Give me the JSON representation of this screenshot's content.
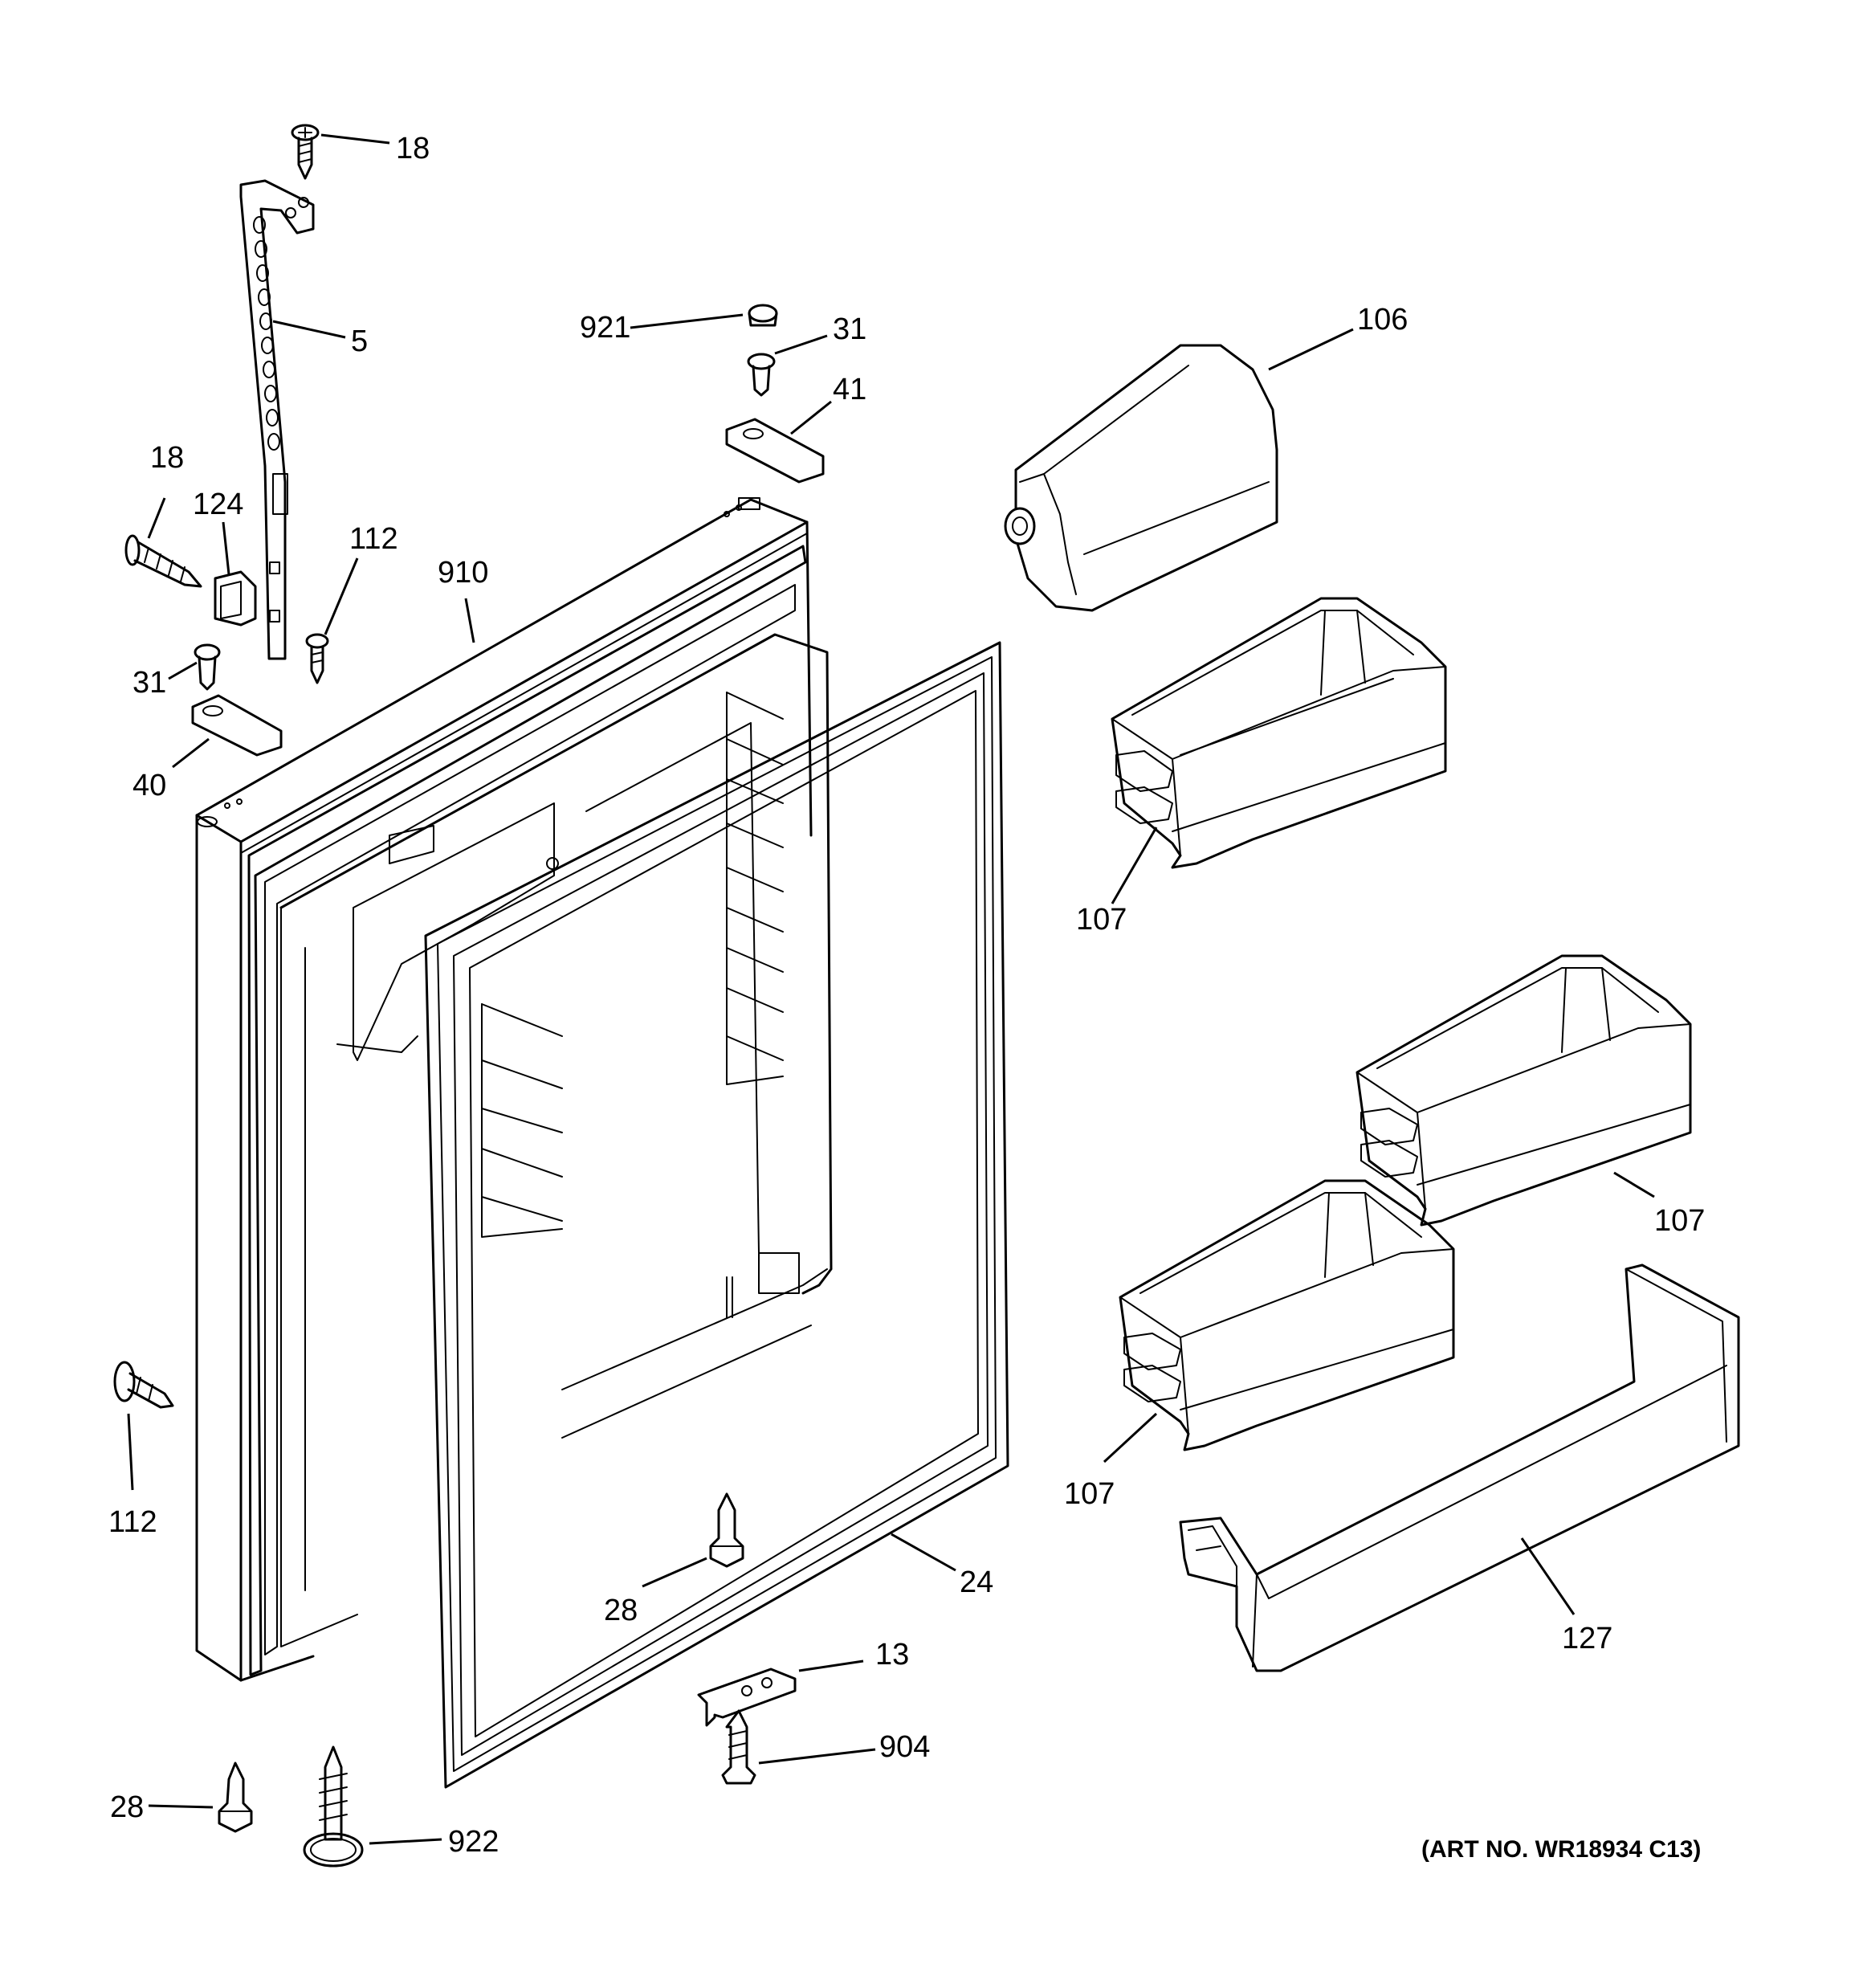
{
  "art_number": "(ART NO. WR18934 C13)",
  "callouts": {
    "c18_top": "18",
    "c5": "5",
    "c921": "921",
    "c31_top": "31",
    "c41": "41",
    "c106": "106",
    "c18_left": "18",
    "c124": "124",
    "c112_top": "112",
    "c910": "910",
    "c31_left": "31",
    "c40": "40",
    "c107_a": "107",
    "c107_b": "107",
    "c107_c": "107",
    "c112_left": "112",
    "c28_mid": "28",
    "c24": "24",
    "c13": "13",
    "c127": "127",
    "c904": "904",
    "c28_bottom": "28",
    "c922": "922"
  }
}
